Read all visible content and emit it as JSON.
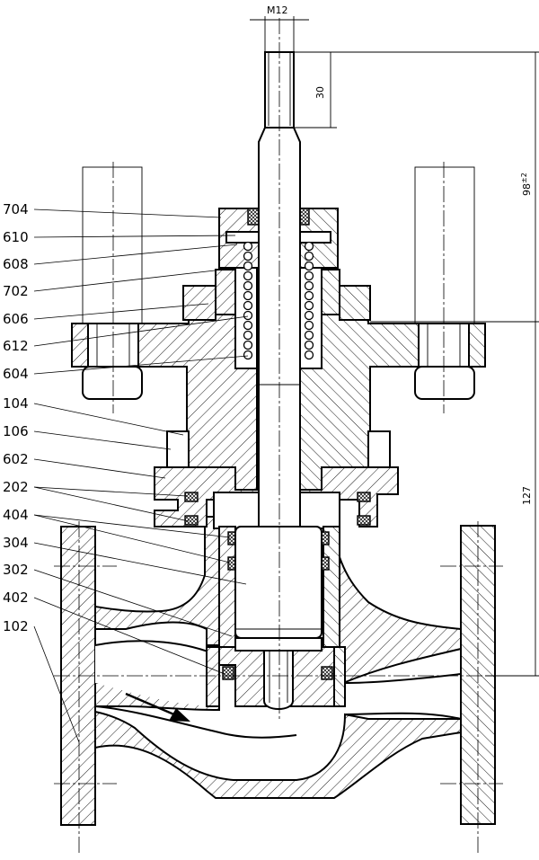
{
  "dimensions": {
    "thread": "M12",
    "stem_thread_length": "30",
    "top_height": "98",
    "top_height_tolerance": "±2",
    "bottom_height": "127"
  },
  "part_labels": [
    {
      "id": "704"
    },
    {
      "id": "610"
    },
    {
      "id": "608"
    },
    {
      "id": "702"
    },
    {
      "id": "606"
    },
    {
      "id": "612"
    },
    {
      "id": "604"
    },
    {
      "id": "104"
    },
    {
      "id": "106"
    },
    {
      "id": "602"
    },
    {
      "id": "202"
    },
    {
      "id": "404"
    },
    {
      "id": "304"
    },
    {
      "id": "302"
    },
    {
      "id": "402"
    },
    {
      "id": "102"
    }
  ]
}
